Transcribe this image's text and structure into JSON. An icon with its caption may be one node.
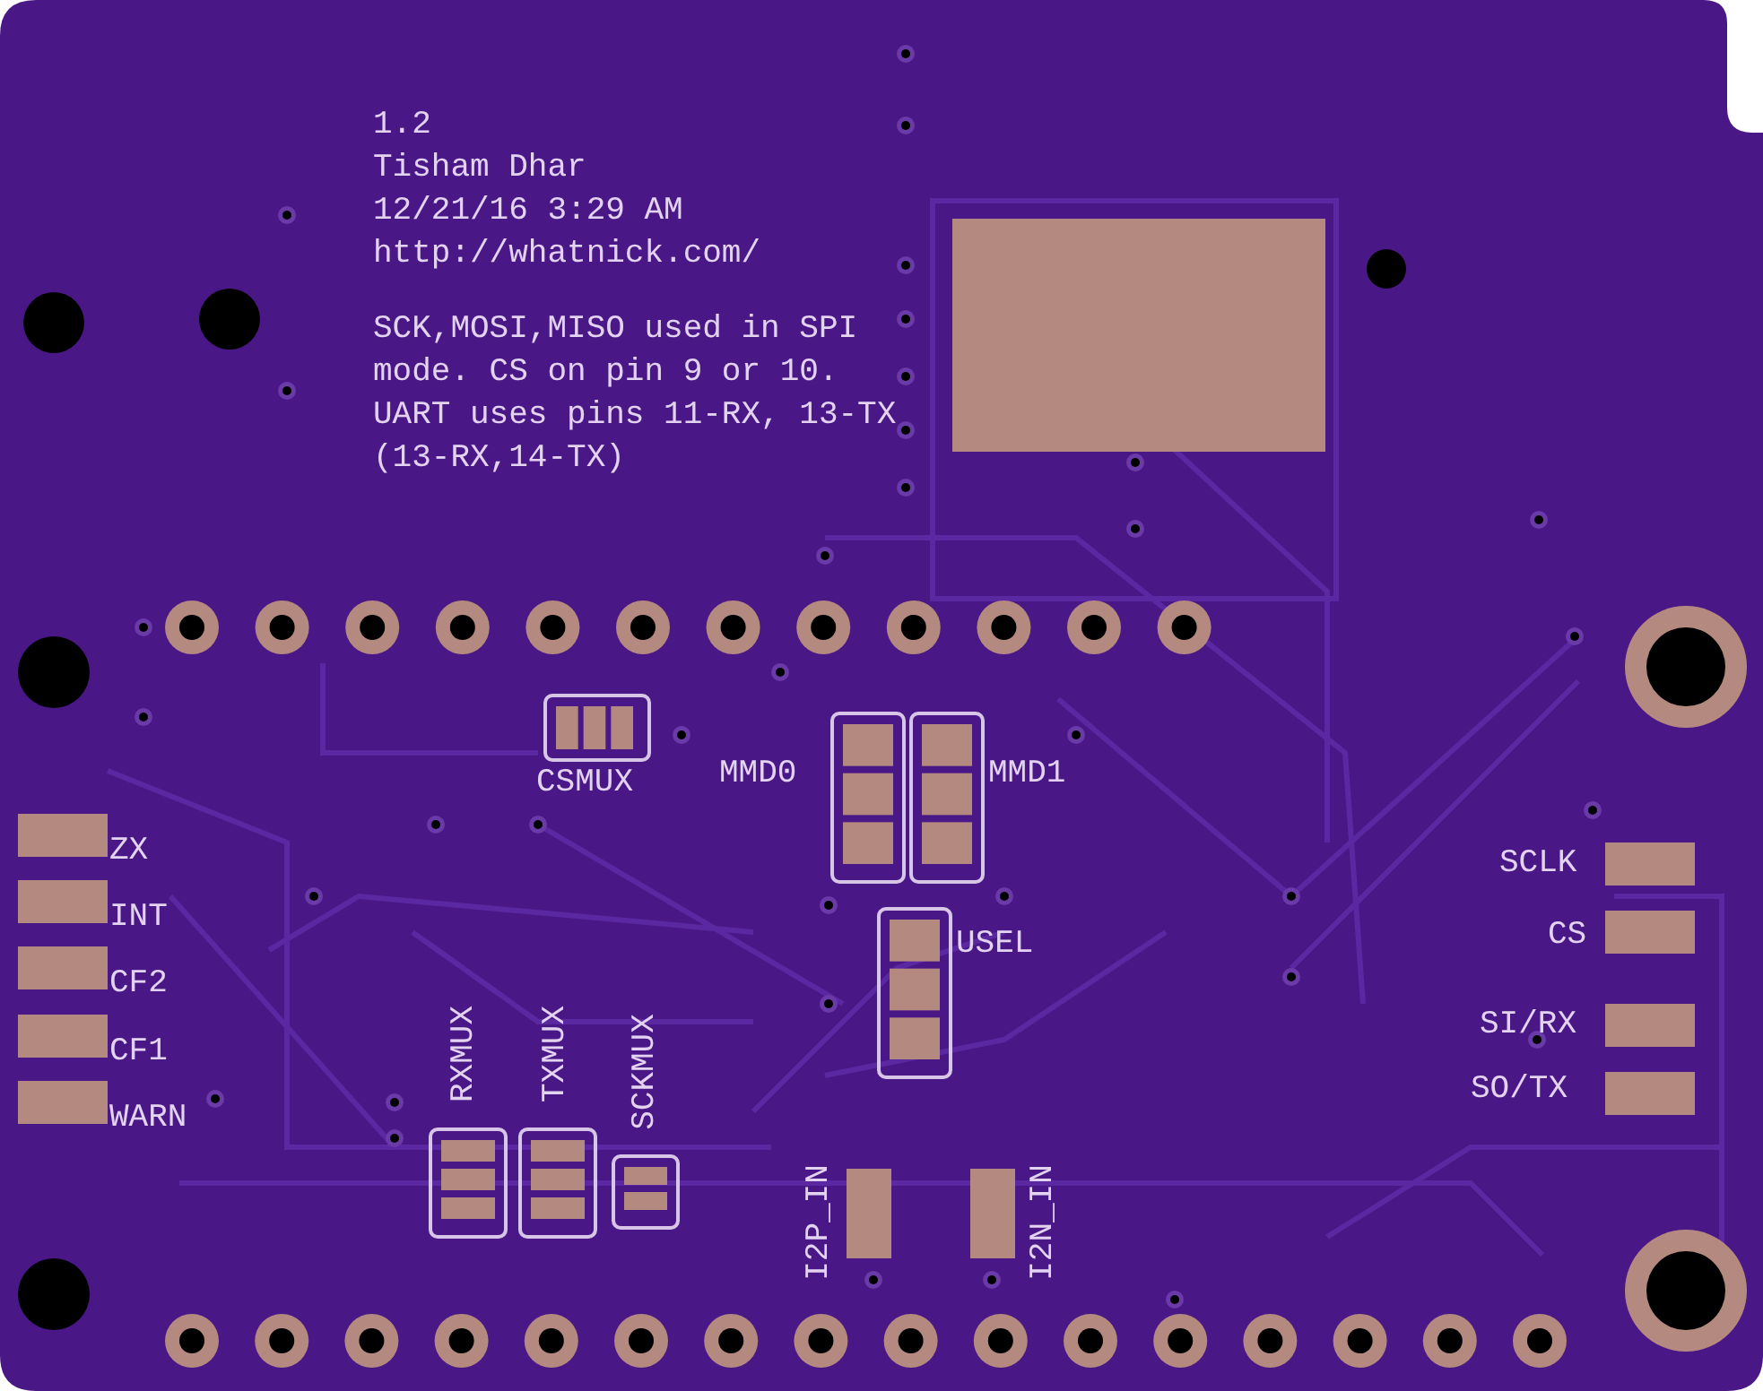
{
  "diagram": {
    "labels": [
      "1.2",
      "Tisham Dhar",
      "12/21/16 3:29 AM",
      "http://whatnick.com/",
      "SCK,MOSI,MISO used in SPI mode. CS on pin 9 or 10. UART uses pins 11-RX, 13-TX (13-RX,14-TX)",
      "CSMUX",
      "MMD0",
      "MMD1",
      "ZX",
      "SCLK",
      "INT",
      "USEL",
      "CS",
      "CF2",
      "CF1",
      "SI/RX",
      "WARN",
      "SO/TX",
      "RXMUX",
      "TXMUX",
      "SCKMUX",
      "I2P_IN",
      "I2N_IN"
    ]
  }
}
